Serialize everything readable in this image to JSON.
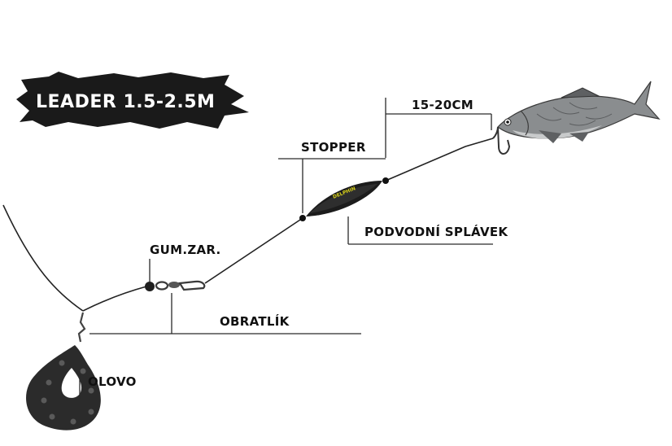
{
  "badge": {
    "text": "LEADER 1.5-2.5M"
  },
  "labels": {
    "distance": "15-20CM",
    "stopper": "STOPPER",
    "float": "PODVODNÍ SPLÁVEK",
    "bead": "GUM.ZAR.",
    "swivel": "OBRATLÍK",
    "weight": "OLOVO"
  },
  "colors": {
    "line": "#222222",
    "badge": "#1a1a1a",
    "fish_body": "#8a8d8f",
    "float_accent": "#d9d21a"
  }
}
